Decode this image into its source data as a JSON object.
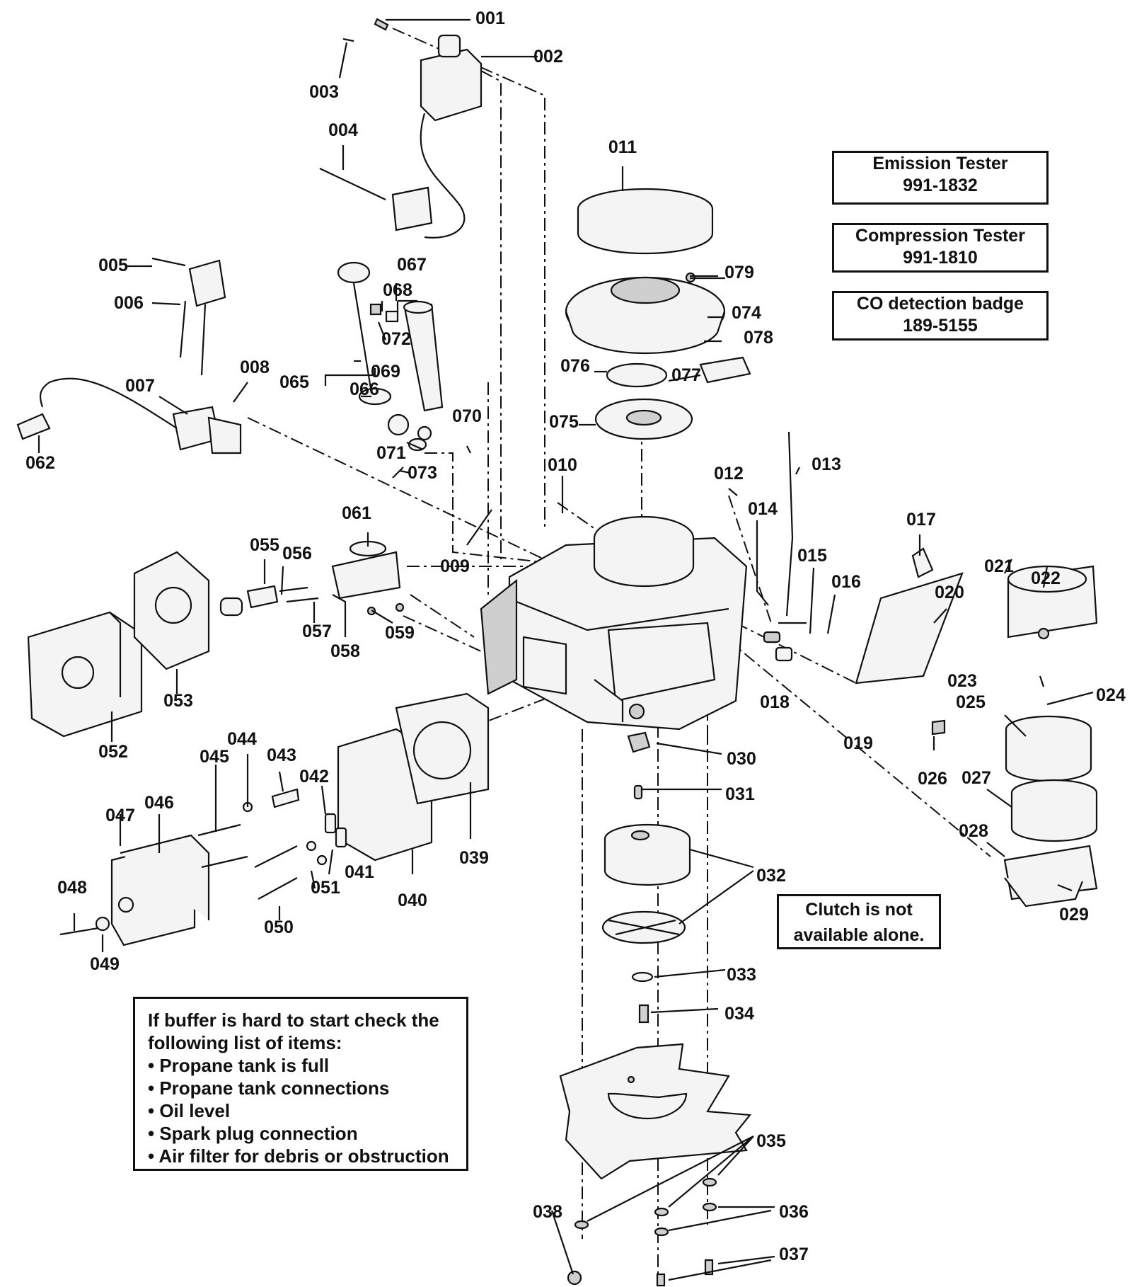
{
  "callouts": [
    {
      "label": "001"
    },
    {
      "label": "002"
    },
    {
      "label": "003"
    },
    {
      "label": "004"
    },
    {
      "label": "005"
    },
    {
      "label": "006"
    },
    {
      "label": "007"
    },
    {
      "label": "008"
    },
    {
      "label": "009"
    },
    {
      "label": "010"
    },
    {
      "label": "011"
    },
    {
      "label": "012"
    },
    {
      "label": "013"
    },
    {
      "label": "014"
    },
    {
      "label": "015"
    },
    {
      "label": "016"
    },
    {
      "label": "017"
    },
    {
      "label": "018"
    },
    {
      "label": "019"
    },
    {
      "label": "020"
    },
    {
      "label": "021"
    },
    {
      "label": "022"
    },
    {
      "label": "023"
    },
    {
      "label": "024"
    },
    {
      "label": "025"
    },
    {
      "label": "026"
    },
    {
      "label": "027"
    },
    {
      "label": "028"
    },
    {
      "label": "029"
    },
    {
      "label": "030"
    },
    {
      "label": "031"
    },
    {
      "label": "032"
    },
    {
      "label": "033"
    },
    {
      "label": "034"
    },
    {
      "label": "035"
    },
    {
      "label": "036"
    },
    {
      "label": "037"
    },
    {
      "label": "038"
    },
    {
      "label": "039"
    },
    {
      "label": "040"
    },
    {
      "label": "041"
    },
    {
      "label": "042"
    },
    {
      "label": "043"
    },
    {
      "label": "044"
    },
    {
      "label": "045"
    },
    {
      "label": "046"
    },
    {
      "label": "047"
    },
    {
      "label": "048"
    },
    {
      "label": "049"
    },
    {
      "label": "050"
    },
    {
      "label": "051"
    },
    {
      "label": "052"
    },
    {
      "label": "053"
    },
    {
      "label": "055"
    },
    {
      "label": "056"
    },
    {
      "label": "057"
    },
    {
      "label": "058"
    },
    {
      "label": "059"
    },
    {
      "label": "061"
    },
    {
      "label": "062"
    },
    {
      "label": "065"
    },
    {
      "label": "066"
    },
    {
      "label": "067"
    },
    {
      "label": "068"
    },
    {
      "label": "069"
    },
    {
      "label": "070"
    },
    {
      "label": "071"
    },
    {
      "label": "072"
    },
    {
      "label": "073"
    },
    {
      "label": "074"
    },
    {
      "label": "075"
    },
    {
      "label": "076"
    },
    {
      "label": "077"
    },
    {
      "label": "078"
    },
    {
      "label": "079"
    }
  ],
  "tools": {
    "emission": {
      "name": "Emission Tester",
      "part": "991-1832"
    },
    "compression": {
      "name": "Compression Tester",
      "part": "991-1810"
    },
    "co_badge": {
      "name": "CO detection badge",
      "part": "189-5155"
    }
  },
  "clutch_note": {
    "line1": "Clutch is not",
    "line2": "available alone."
  },
  "troubleshooting": {
    "line1": "If buffer is hard to start check the",
    "line2": "following list of items:",
    "items": [
      "• Propane tank is full",
      "• Propane tank connections",
      "• Oil level",
      "• Spark plug connection",
      "• Air filter for debris or obstruction"
    ]
  }
}
